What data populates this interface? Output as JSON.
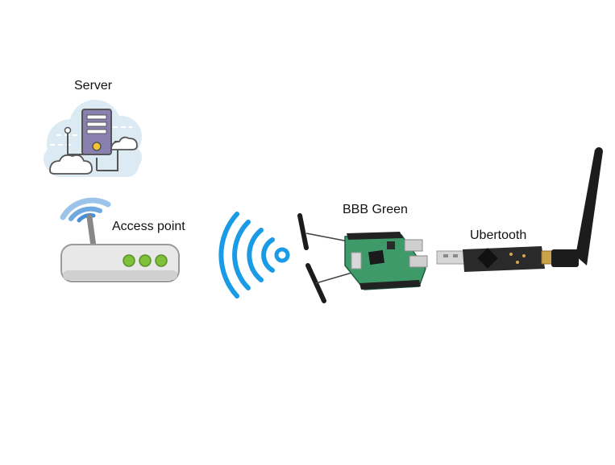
{
  "labels": {
    "server": "Server",
    "access_point": "Access point",
    "bbb_green": "BBB Green",
    "ubertooth": "Ubertooth"
  },
  "colors": {
    "wifi_blue": "#1a9be6",
    "ap_wifi_blue": "#6fa9e0",
    "cloud": "#dbeaf3",
    "server_body": "#8a80b0",
    "router_body": "#e8e8e8",
    "router_led": "#7fc13a",
    "board_green": "#3f9a6a",
    "ubertooth_body": "#2a2a2a",
    "antenna": "#1c1c1c"
  },
  "icons": [
    "cloud-server-icon",
    "router-icon",
    "ap-wifi-icon",
    "wifi-broadcast-icon",
    "beaglebone-board-icon",
    "ubertooth-dongle-icon"
  ]
}
